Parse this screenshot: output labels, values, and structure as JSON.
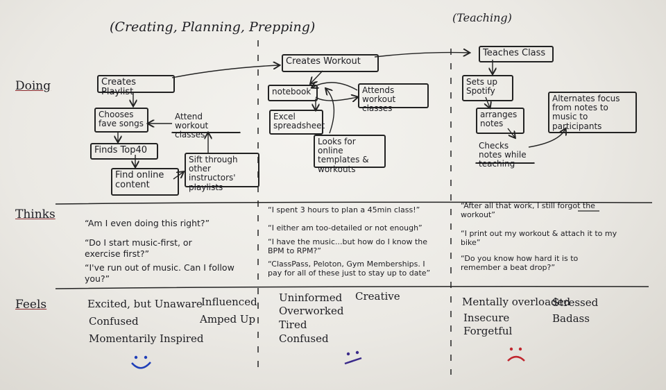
{
  "phases": {
    "creating": "(Creating, Planning, Prepping)",
    "teaching": "(Teaching)"
  },
  "rows": {
    "doing": "Doing",
    "thinks": "Thinks",
    "feels": "Feels"
  },
  "doing": {
    "col1": {
      "creates_playlist": "Creates Playlist",
      "chooses_fave_songs": "Chooses fave songs",
      "attend_workout_classes": "Attend workout classes",
      "finds_top40": "Finds Top40",
      "find_online_content": "Find online content",
      "sift_through": "Sift through other instructors' playlists"
    },
    "col2": {
      "creates_workout": "Creates Workout",
      "notebook": "notebook",
      "attends_workout_classes": "Attends workout classes",
      "excel_spreadsheet": "Excel spreadsheet",
      "looks_for_online": "Looks for online templates & workouts"
    },
    "col3": {
      "teaches_class": "Teaches Class",
      "sets_up_spotify": "Sets up Spotify",
      "arranges_notes": "arranges notes",
      "alternates_focus": "Alternates focus from notes to music to participants",
      "checks_notes": "Checks notes while teaching"
    }
  },
  "thinks": {
    "col1": [
      "“Am I even doing this right?”",
      "“Do I start music-first, or exercise first?”",
      "“I've run out of music. Can I follow you?”"
    ],
    "col2": [
      "“I spent 3 hours to plan a 45min class!”",
      "“I either am too-detailed or not enough”",
      "“I have the music...but how do I know the BPM to RPM?”",
      "“ClassPass, Peloton, Gym Memberships. I pay for all of these just to stay up to date”"
    ],
    "col3": [
      "“After all that work, I still forgot the workout”",
      "“I print out my workout & attach it to my bike”",
      "“Do you know how hard it is to remember a beat drop?”"
    ]
  },
  "feels": {
    "col1": {
      "excited": "Excited, but Unaware",
      "influenced": "Influenced",
      "confused": "Confused",
      "amped": "Amped Up",
      "momentarily": "Momentarily Inspired"
    },
    "col2": {
      "uninformed": "Uninformed",
      "creative": "Creative",
      "overworked": "Overworked",
      "tired": "Tired",
      "confused": "Confused"
    },
    "col3": {
      "mentally": "Mentally overloaded",
      "stressed": "Stressed",
      "insecure": "Insecure",
      "badass": "Badass",
      "forgetful": "Forgetful"
    }
  },
  "colors": {
    "marker_black": "#1d1d22",
    "happy_face": "#1f3fb8",
    "meh_face": "#3a2a8a",
    "sad_face": "#c0262e",
    "underline_red": "#8a2a2e"
  }
}
